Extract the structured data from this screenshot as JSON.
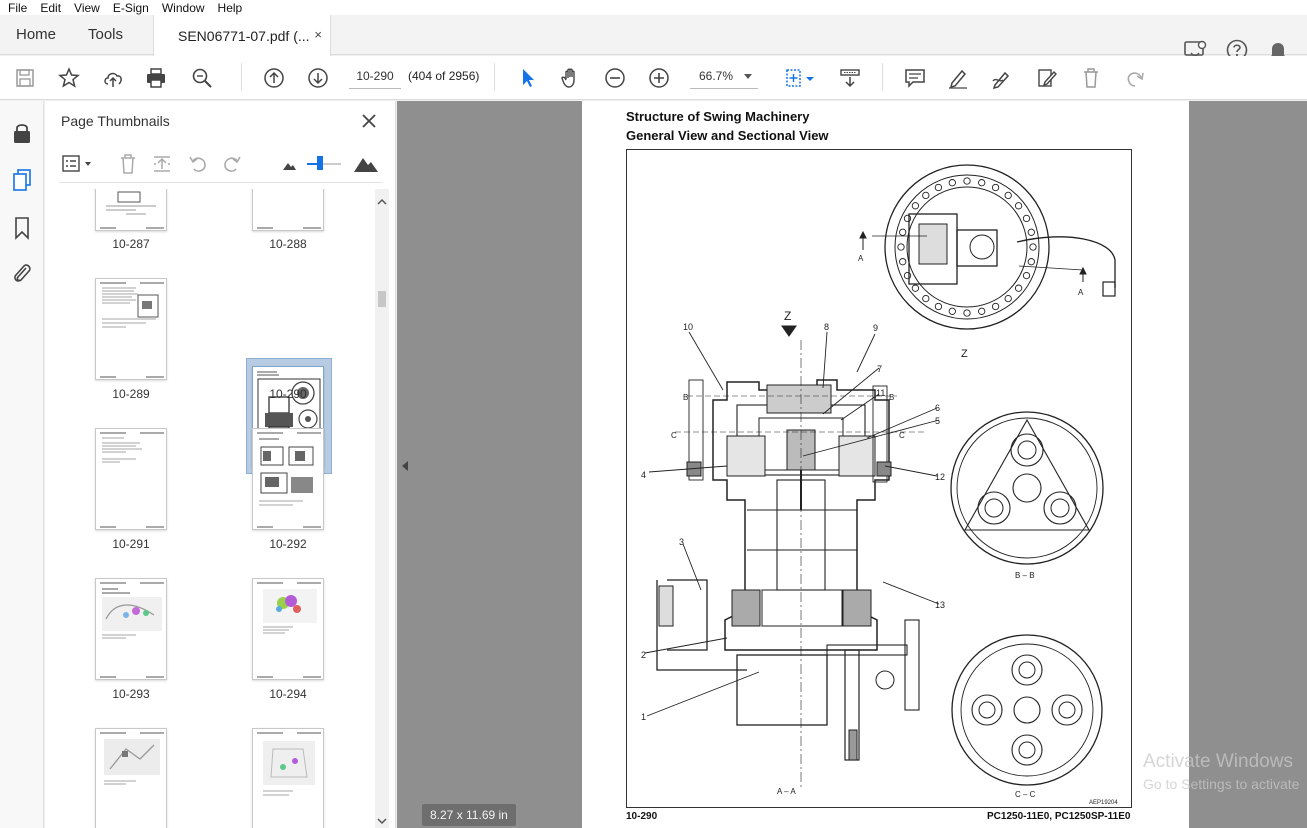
{
  "menu": [
    "File",
    "Edit",
    "View",
    "E-Sign",
    "Window",
    "Help"
  ],
  "tabs": {
    "home": "Home",
    "tools": "Tools",
    "document": "SEN06771-07.pdf (...",
    "close": "×"
  },
  "toolbar": {
    "page_value": "10-290",
    "page_count": "(404 of 2956)",
    "zoom_value": "66.7%"
  },
  "panel": {
    "title": "Page Thumbnails",
    "thumbnails": [
      {
        "label": "10-287"
      },
      {
        "label": "10-288"
      },
      {
        "label": "10-289"
      },
      {
        "label": "10-290",
        "selected": true
      },
      {
        "label": "10-291"
      },
      {
        "label": "10-292"
      },
      {
        "label": "10-293"
      },
      {
        "label": "10-294"
      }
    ]
  },
  "document": {
    "title_line1": "Structure of Swing Machinery",
    "title_line2": "General View and Sectional View",
    "footer_left": "10-290",
    "footer_right": "PC1250-11E0, PC1250SP-11E0",
    "drawing_labels": {
      "z_top": "Z",
      "z_view": "Z",
      "a1": "A",
      "a2": "A",
      "b_left": "B",
      "b_right": "B",
      "c_left": "C",
      "c_right": "C",
      "section_aa": "A – A",
      "section_bb": "B – B",
      "section_cc": "C – C",
      "n1": "1",
      "n2": "2",
      "n3": "3",
      "n4": "4",
      "n5": "5",
      "n6": "6",
      "n7": "7",
      "n8": "8",
      "n9": "9",
      "n10": "10",
      "n11": "11",
      "n12": "12",
      "n13": "13",
      "code": "AEP19204"
    }
  },
  "status": {
    "page_size": "8.27 x 11.69 in"
  },
  "watermark": {
    "line1": "Activate Windows",
    "line2": "Go to Settings to activate"
  },
  "colors": {
    "accent_blue": "#1473e6",
    "doc_background": "#8f8f8f",
    "selection": "#b7cce2"
  }
}
